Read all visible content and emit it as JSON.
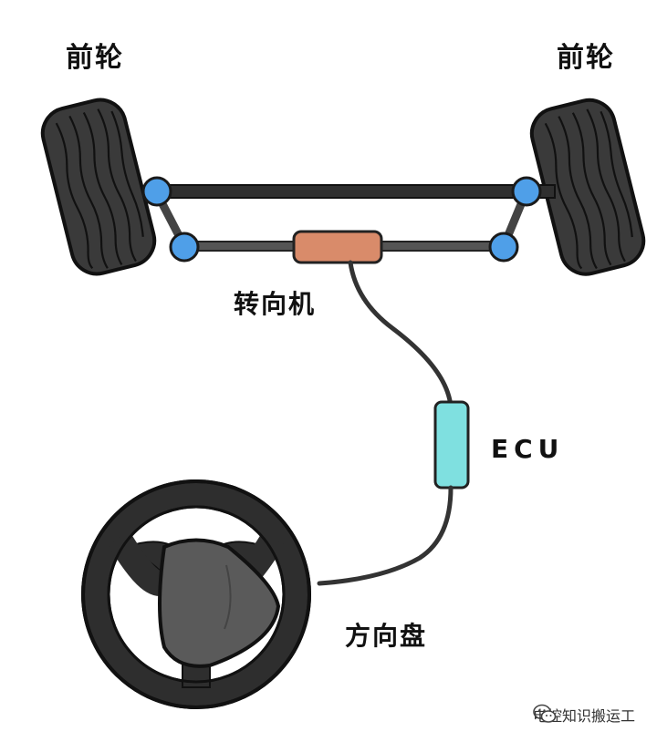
{
  "labels": {
    "front_wheel_left": "前轮",
    "front_wheel_right": "前轮",
    "steering_gear": "转向机",
    "ecu": "ECU",
    "steering_wheel": "方向盘"
  },
  "watermark": {
    "text": "电控知识搬运工",
    "icon": "wechat-icon"
  },
  "colors": {
    "tire": "#3a3a3a",
    "joint": "#4f9fe8",
    "steering_gear": "#d98b6a",
    "ecu": "#7fe0e0",
    "steering_wheel_rim": "#333333",
    "steering_wheel_hub": "#5a5a5a",
    "rod": "#2f2f2f"
  }
}
